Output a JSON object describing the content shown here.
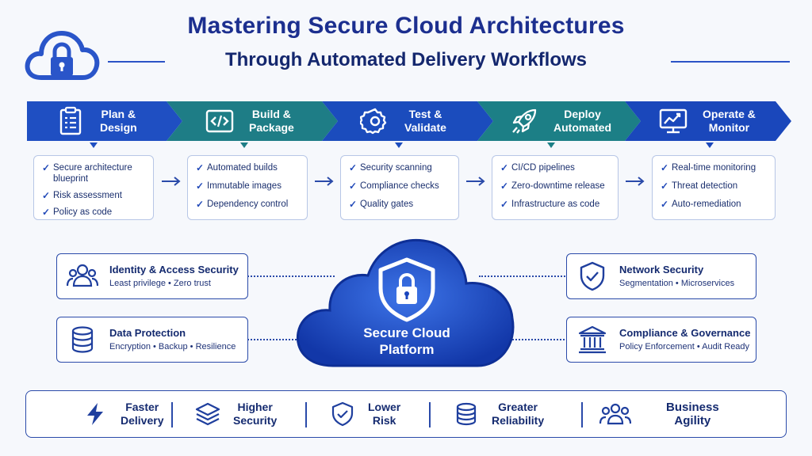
{
  "header": {
    "title": "Mastering Secure Cloud Architectures",
    "subtitle": "Through Automated Delivery Workflows"
  },
  "stages": [
    {
      "label_line1": "Plan &",
      "label_line2": "Design",
      "icon": "clipboard-icon",
      "color": "#1f4fc2",
      "items": [
        "Secure architecture blueprint",
        "Risk assessment",
        "Policy as code"
      ]
    },
    {
      "label_line1": "Build &",
      "label_line2": "Package",
      "icon": "code-icon",
      "color": "#1e7d86",
      "items": [
        "Automated builds",
        "Immutable images",
        "Dependency control"
      ]
    },
    {
      "label_line1": "Test &",
      "label_line2": "Validate",
      "icon": "gear-icon",
      "color": "#1b4cbd",
      "items": [
        "Security scanning",
        "Compliance checks",
        "Quality gates"
      ]
    },
    {
      "label_line1": "Deploy",
      "label_line2": "Automated",
      "icon": "rocket-icon",
      "color": "#1c7f86",
      "items": [
        "CI/CD pipelines",
        "Zero-downtime release",
        "Infrastructure as code"
      ]
    },
    {
      "label_line1": "Operate &",
      "label_line2": "Monitor",
      "icon": "monitor-chart-icon",
      "color": "#1a47bb",
      "items": [
        "Real-time monitoring",
        "Threat detection",
        "Auto-remediation"
      ]
    }
  ],
  "features": {
    "identity": {
      "title": "Identity & Access Security",
      "sub": "Least privilege • Zero trust",
      "icon": "users-icon"
    },
    "data": {
      "title": "Data Protection",
      "sub": "Encryption • Backup • Resilience",
      "icon": "database-icon"
    },
    "network": {
      "title": "Network Security",
      "sub": "Segmentation • Microservices",
      "icon": "shield-check-icon"
    },
    "compliance": {
      "title": "Compliance & Governance",
      "sub": "Policy Enforcement • Audit Ready",
      "icon": "institution-icon"
    }
  },
  "cloud": {
    "line1": "Secure Cloud",
    "line2": "Platform",
    "icon": "shield-lock-icon"
  },
  "benefits": [
    {
      "line1": "Faster",
      "line2": "Delivery",
      "icon": "lightning-icon"
    },
    {
      "line1": "Higher",
      "line2": "Security",
      "icon": "layers-icon"
    },
    {
      "line1": "Lower",
      "line2": "Risk",
      "icon": "shield-check-icon"
    },
    {
      "line1": "Greater",
      "line2": "Reliability",
      "icon": "database-icon"
    },
    {
      "line1": "Business",
      "line2": "Agility",
      "icon": "team-icon"
    }
  ],
  "colors": {
    "primary": "#1f4fc2",
    "teal": "#1e7d86",
    "navy": "#14276e",
    "background": "#f6f8fc"
  }
}
